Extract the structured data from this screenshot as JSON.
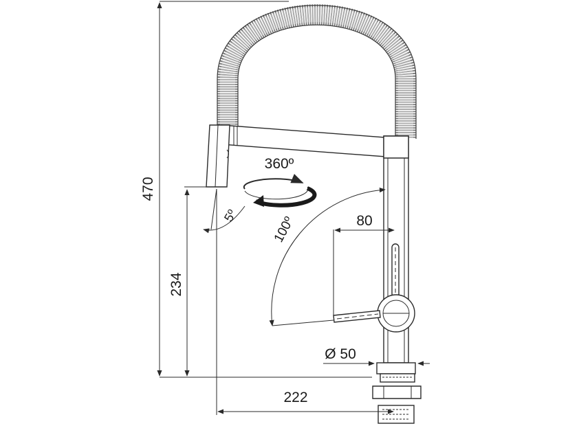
{
  "diagram": {
    "dimensions": {
      "total_height": "470",
      "spout_height": "234",
      "reach": "222",
      "lever_offset": "80",
      "base_diameter": "Ø 50"
    },
    "angles": {
      "spout_rotation": "360º",
      "handle_swing": "100º",
      "head_tilt": "5º"
    },
    "colors": {
      "line": "#2a2a2a",
      "hose": "#b5b5b5",
      "background": "#ffffff"
    }
  }
}
